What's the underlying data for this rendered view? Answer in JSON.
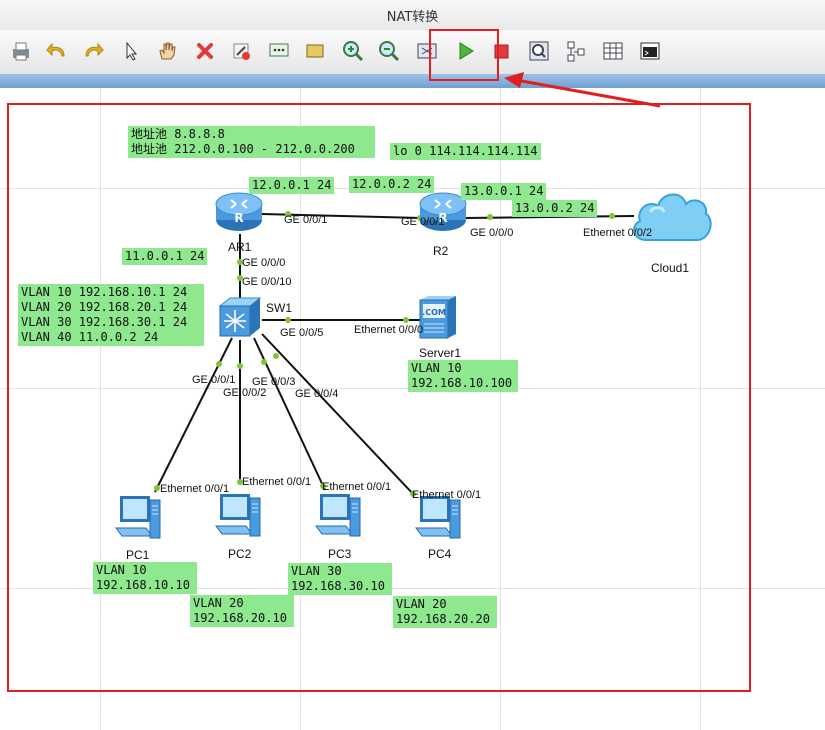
{
  "window": {
    "title": "NAT转换"
  },
  "toolbar": {
    "buttons": [
      "print-icon",
      "undo-icon",
      "redo-icon",
      "select-icon",
      "hand-icon",
      "delete-icon",
      "clear-icon",
      "text-note-icon",
      "rectangle-icon",
      "zoom-in-icon",
      "zoom-out-icon",
      "fit-icon",
      "start-icon",
      "stop-icon",
      "capture-icon",
      "topology-icon",
      "grid-icon",
      "console-icon"
    ]
  },
  "colors": {
    "note_bg": "#8ee88e",
    "highlight": "#e02020",
    "link": "#111111",
    "port_dot": "#7cc832"
  },
  "devices": {
    "ar1": "AR1",
    "r2": "R2",
    "cloud1": "Cloud1",
    "sw1": "SW1",
    "server1": "Server1",
    "pc1": "PC1",
    "pc2": "PC2",
    "pc3": "PC3",
    "pc4": "PC4"
  },
  "ports": {
    "ar1_ge001": "GE 0/0/1",
    "r2_ge001": "GE 0/0/1",
    "r2_ge000": "GE 0/0/0",
    "cloud_eth002": "Ethernet 0/0/2",
    "ar1_ge000": "GE 0/0/0",
    "sw1_ge0010": "GE 0/0/10",
    "sw1_ge005": "GE 0/0/5",
    "server_eth000": "Ethernet 0/0/0",
    "sw1_ge001": "GE 0/0/1",
    "sw1_ge002": "GE 0/0/2",
    "sw1_ge003": "GE 0/0/3",
    "sw1_ge004": "GE 0/0/4",
    "pc1_eth": "Ethernet 0/0/1",
    "pc2_eth": "Ethernet 0/0/1",
    "pc3_eth": "Ethernet 0/0/1",
    "pc4_eth": "Ethernet 0/0/1"
  },
  "notes": {
    "pool1": "地址池 8.8.8.8",
    "pool2": "地址池 212.0.0.100 - 212.0.0.200",
    "lo0": "lo 0 114.114.114.114",
    "ar1_ip": "12.0.0.1 24",
    "r2_ip1": "12.0.0.2 24",
    "r2_ip2": "13.0.0.1 24",
    "cloud_ip": "13.0.0.2 24",
    "ar1_ip2": "11.0.0.1 24",
    "vlan10": "VLAN 10 192.168.10.1 24",
    "vlan20": "VLAN 20 192.168.20.1 24",
    "vlan30": "VLAN 30 192.168.30.1 24",
    "vlan40": "VLAN 40 11.0.0.2 24",
    "server_vlan": "VLAN 10",
    "server_ip": "192.168.10.100",
    "pc1_vlan": "VLAN 10",
    "pc1_ip": "192.168.10.10",
    "pc2_vlan": "VLAN 20",
    "pc2_ip": "192.168.20.10",
    "pc3_vlan": "VLAN 30",
    "pc3_ip": "192.168.30.10",
    "pc4_vlan": "VLAN 20",
    "pc4_ip": "192.168.20.20"
  }
}
